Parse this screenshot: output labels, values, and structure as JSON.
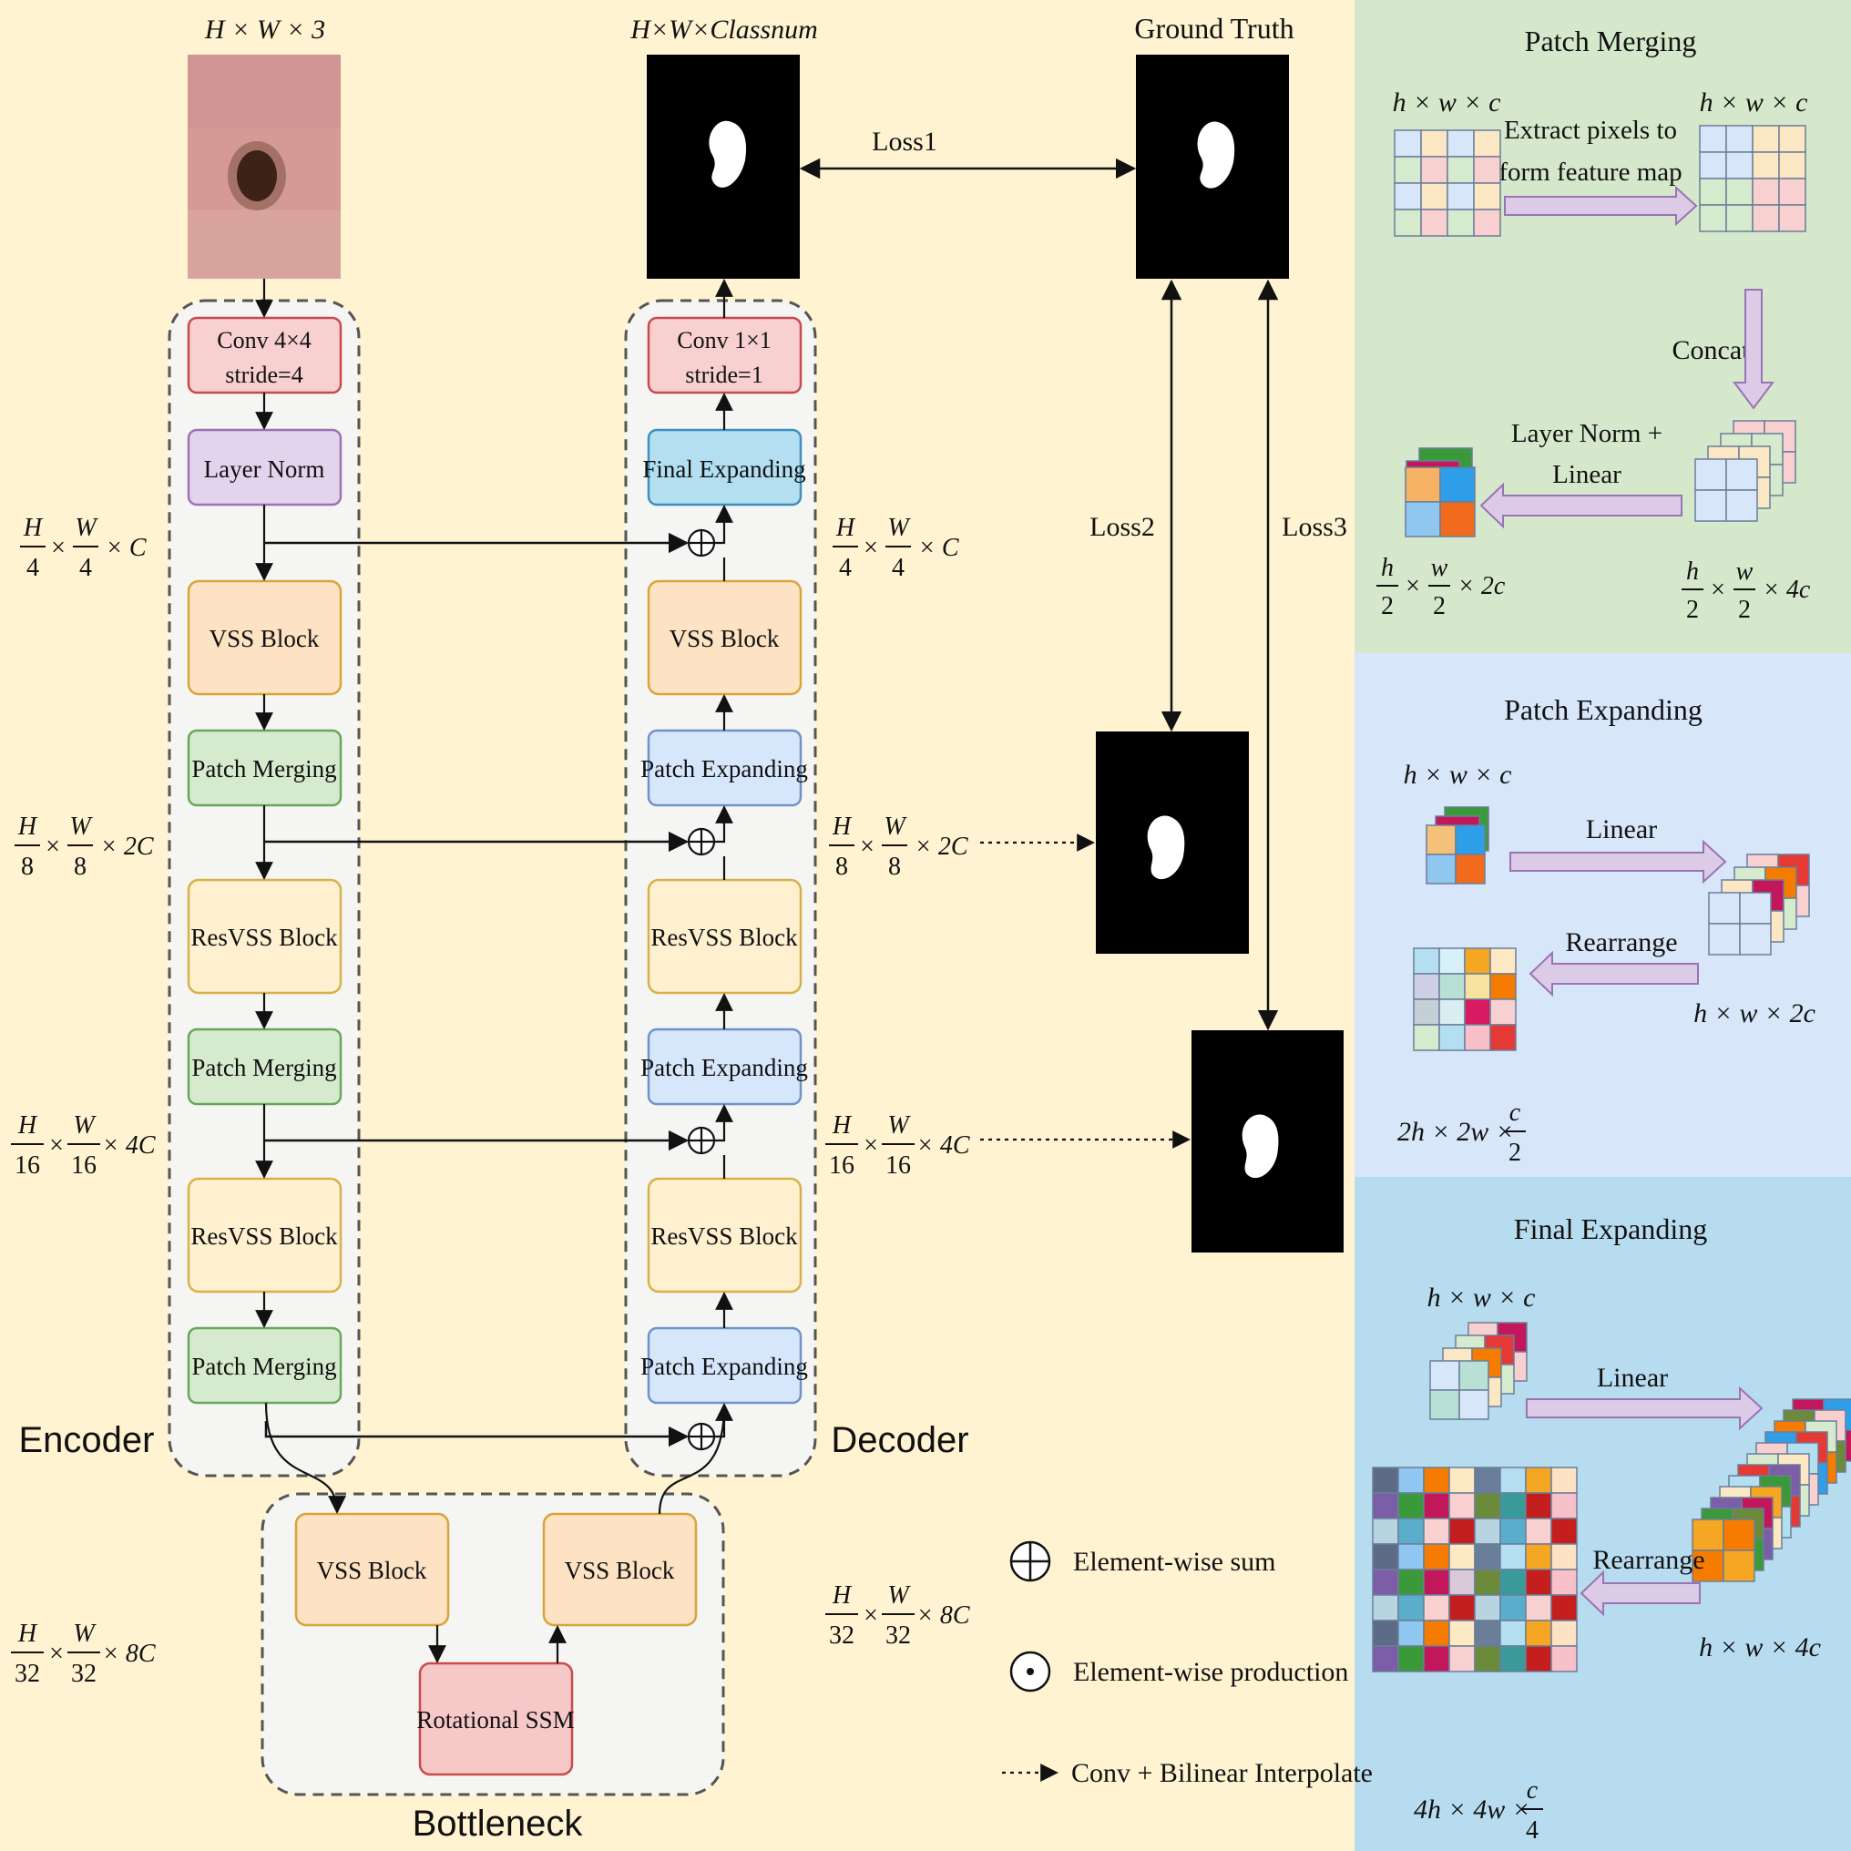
{
  "colors": {
    "background": "#fff3d1",
    "merge_panel": "#d6e8cc",
    "expand_panel": "#d8e6fa",
    "final_panel": "#b8dcef",
    "conv_fill": "#f8d0d0",
    "conv_stroke": "#c94a4a",
    "norm_fill": "#e3d3ec",
    "norm_stroke": "#9a73b5",
    "vss_fill": "#fde2c3",
    "vss_stroke": "#d7a53a",
    "resvss_fill": "#fff0cf",
    "resvss_stroke": "#d7b14a",
    "merge_fill": "#d6ebcd",
    "merge_stroke": "#6aa55a",
    "expand_fill": "#d6e6fb",
    "expand_stroke": "#6e93c9",
    "final_fill": "#b3dff1",
    "final_stroke": "#3e8fbf",
    "ssm_fill": "#f6c8c8",
    "ssm_stroke": "#c94a4a",
    "arrow_fill": "#dccbe6"
  },
  "encoder": {
    "title": "Encoder",
    "conv_line1": "Conv 4×4",
    "conv_line2": "stride=4",
    "norm": "Layer Norm",
    "vss": "VSS Block",
    "merge1": "Patch Merging",
    "resvss1": "ResVSS Block",
    "merge2": "Patch Merging",
    "resvss2": "ResVSS Block",
    "merge3": "Patch Merging"
  },
  "decoder": {
    "title": "Decoder",
    "conv_line1": "Conv 1×1",
    "conv_line2": "stride=1",
    "final": "Final Expanding",
    "vss": "VSS Block",
    "expand1": "Patch Expanding",
    "resvss1": "ResVSS Block",
    "expand2": "Patch Expanding",
    "resvss2": "ResVSS Block",
    "expand3": "Patch Expanding"
  },
  "bottleneck": {
    "title": "Bottleneck",
    "vss_left": "VSS Block",
    "vss_right": "VSS Block",
    "ssm": "Rotational SSM"
  },
  "top_labels": {
    "input_dims": "H × W × 3",
    "output_dims": "H×W×Classnum",
    "ground_truth": "Ground Truth"
  },
  "loss": {
    "l1": "Loss1",
    "l2": "Loss2",
    "l3": "Loss3"
  },
  "dims": {
    "d1": {
      "num1": "H",
      "den1": "4",
      "num2": "W",
      "den2": "4",
      "tail": "× C"
    },
    "d2": {
      "num1": "H",
      "den1": "8",
      "num2": "W",
      "den2": "8",
      "tail": "× 2C"
    },
    "d3": {
      "num1": "H",
      "den1": "16",
      "num2": "W",
      "den2": "16",
      "tail": "× 4C"
    },
    "d4": {
      "num1": "H",
      "den1": "32",
      "num2": "W",
      "den2": "32",
      "tail": "× 8C"
    }
  },
  "legend": {
    "sum": "Element-wise sum",
    "prod": "Element-wise production",
    "interp": "Conv + Bilinear Interpolate"
  },
  "merging_panel": {
    "title": "Patch Merging",
    "in_dims": "h × w × c",
    "out_dims": "h × w × c",
    "extract_line1": "Extract pixels to",
    "extract_line2": "form feature map",
    "concat": "Concat",
    "norm_line1": "Layer Norm +",
    "norm_line2": "Linear",
    "res_left": {
      "n1": "h",
      "d1": "2",
      "n2": "w",
      "d2": "2",
      "tail": "× 2c"
    },
    "res_right": {
      "n1": "h",
      "d1": "2",
      "n2": "w",
      "d2": "2",
      "tail": "× 4c"
    }
  },
  "expanding_panel": {
    "title": "Patch Expanding",
    "in_dims": "h × w × c",
    "linear": "Linear",
    "rearrange": "Rearrange",
    "mid_dims": "h × w × 2c",
    "out_prefix": "2h × 2w ×",
    "out_num": "c",
    "out_den": "2"
  },
  "final_panel": {
    "title": "Final Expanding",
    "in_dims": "h × w × c",
    "linear": "Linear",
    "rearrange": "Rearrange",
    "mid_dims": "h × w × 4c",
    "out_prefix": "4h × 4w ×",
    "out_num": "c",
    "out_den": "4"
  }
}
